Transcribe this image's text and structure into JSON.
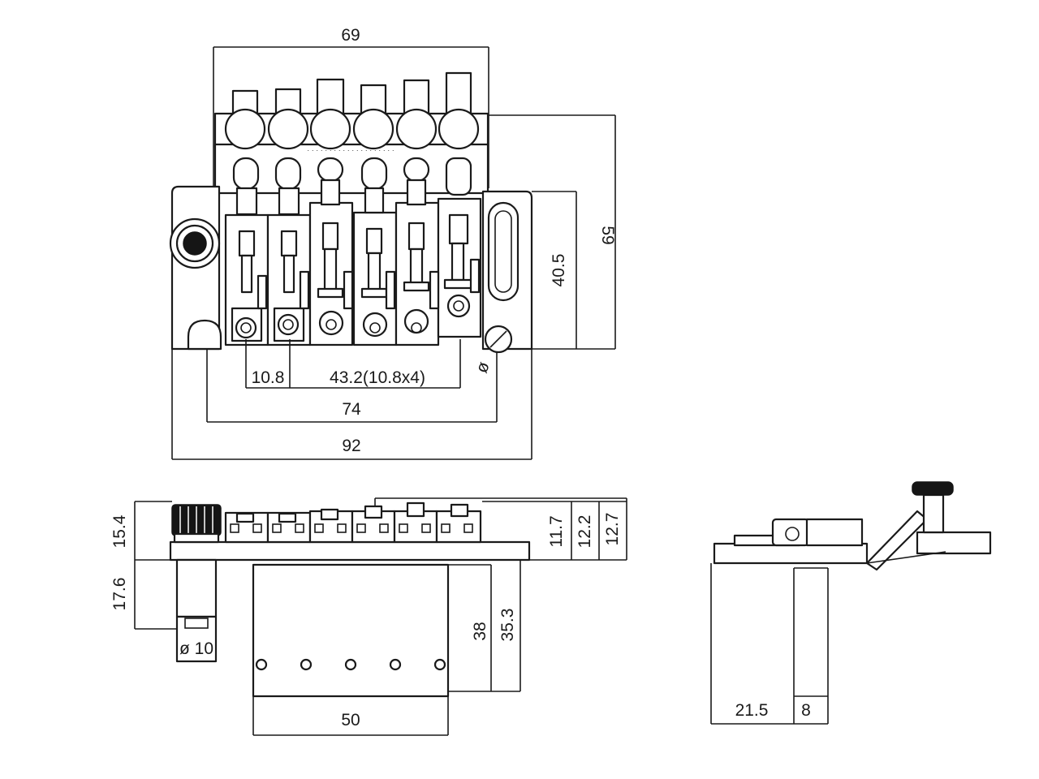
{
  "dimensions": {
    "top_width": "69",
    "height_total": "59",
    "height_base": "40.5",
    "string_spacing_first": "10.8",
    "string_spacing_rest": "43.2(10.8x4)",
    "stud_spacing": "74",
    "base_width": "92",
    "stud_diameter_mark": "ø",
    "saddle_height": "15.4",
    "stud_depth": "17.6",
    "stud_diameter": "ø 10",
    "block_width": "50",
    "block_depth": "35.3",
    "block_inner": "38",
    "height_low": "11.7",
    "height_mid": "12.2",
    "height_high": "12.7",
    "side_depth": "21.5",
    "side_thickness": "8"
  },
  "icons": {
    "stud": "stud-icon",
    "locking_screw": "locking-screw-icon",
    "fine_tuner": "fine-tuner-icon"
  }
}
